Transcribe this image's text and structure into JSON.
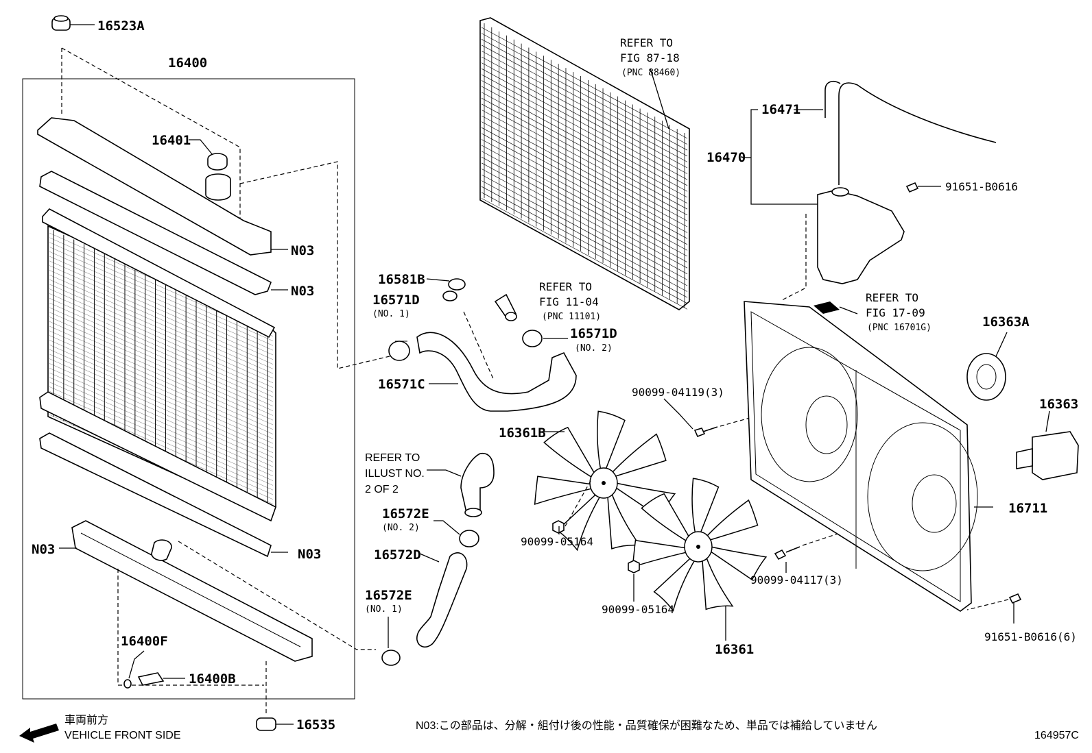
{
  "labels": {
    "p16523A": "16523A",
    "p16400": "16400",
    "p16401": "16401",
    "n03_a": "N03",
    "n03_b": "N03",
    "n03_c": "N03",
    "n03_d": "N03",
    "p16400F": "16400F",
    "p16400B": "16400B",
    "p16535": "16535",
    "p16581B": "16581B",
    "p16571D_1": "16571D",
    "p16571D_1_sub": "(NO. 1)",
    "p16571C": "16571C",
    "p16571D_2": "16571D",
    "p16571D_2_sub": "(NO. 2)",
    "p16572E_2": "16572E",
    "p16572E_2_sub": "(NO. 2)",
    "p16572D": "16572D",
    "p16572E_1": "16572E",
    "p16572E_1_sub": "(NO. 1)",
    "p16361B": "16361B",
    "p90099_05164_a": "90099-05164",
    "p90099_05164_b": "90099-05164",
    "p90099_04119": "90099-04119(3)",
    "p90099_04117": "90099-04117(3)",
    "p16361": "16361",
    "p16471": "16471",
    "p16470": "16470",
    "p91651_B0616": "91651-B0616",
    "p91651_B0616_6": "91651-B0616(6)",
    "p16363A": "16363A",
    "p16363": "16363",
    "p16711": "16711"
  },
  "refs": {
    "ref_88460": [
      "REFER TO",
      "FIG 87-18",
      "(PNC 88460)"
    ],
    "ref_11101": [
      "REFER TO",
      "FIG 11-04",
      "(PNC 11101)"
    ],
    "ref_16701G": [
      "REFER TO",
      "FIG 17-09",
      "(PNC 16701G)"
    ],
    "ref_illust": [
      "REFER TO",
      "ILLUST NO.",
      "2 OF 2"
    ]
  },
  "footer": {
    "direction_jp": "車両前方",
    "direction_en": "VEHICLE FRONT SIDE",
    "note": "N03:この部品は、分解・組付け後の性能・品質確保が困難なため、単品では補給していません",
    "figure_id": "164957C"
  }
}
